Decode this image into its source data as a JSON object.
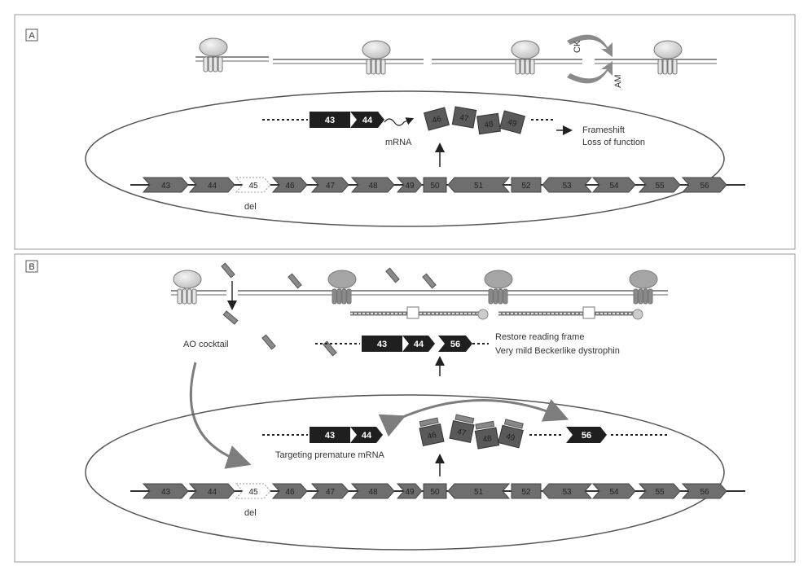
{
  "panels": {
    "a": {
      "letter": "A",
      "mrna_exons": [
        "43",
        "44"
      ],
      "skipped_exons": [
        "46",
        "47",
        "48",
        "49"
      ],
      "mrna_label": "mRNA",
      "outcome_lines": [
        "Frameshift",
        "Loss of function"
      ],
      "gene_exons": [
        "43",
        "44",
        "45",
        "46",
        "47",
        "48",
        "49",
        "50",
        "51",
        "52",
        "53",
        "54",
        "55",
        "56"
      ],
      "deleted_exon": "45",
      "del_label": "del",
      "stop_text": "CK",
      "stop_text2": "AM"
    },
    "b": {
      "letter": "B",
      "ao_label": "AO cocktail",
      "mrna_exons": [
        "43",
        "44",
        "56"
      ],
      "outcome_lines": [
        "Restore reading frame",
        "Very mild Beckerlike dystrophin"
      ],
      "target_label": "Targeting premature mRNA",
      "pre_exons": [
        "43",
        "44"
      ],
      "masked_exons": [
        "46",
        "47",
        "48",
        "49"
      ],
      "right_exon": "56",
      "gene_exons": [
        "43",
        "44",
        "45",
        "46",
        "47",
        "48",
        "49",
        "50",
        "51",
        "52",
        "53",
        "54",
        "55",
        "56"
      ],
      "deleted_exon": "45",
      "del_label": "del"
    }
  },
  "colors": {
    "frame": "#9a9a9a",
    "exon_gray": "#6e6e6e",
    "exon_dark": "#1f1f1f",
    "deleted": "#ffffff",
    "ribosome": "#d9d9d9",
    "ribosome_dark": "#9e9e9e",
    "arrow": "#7d7d7d"
  }
}
